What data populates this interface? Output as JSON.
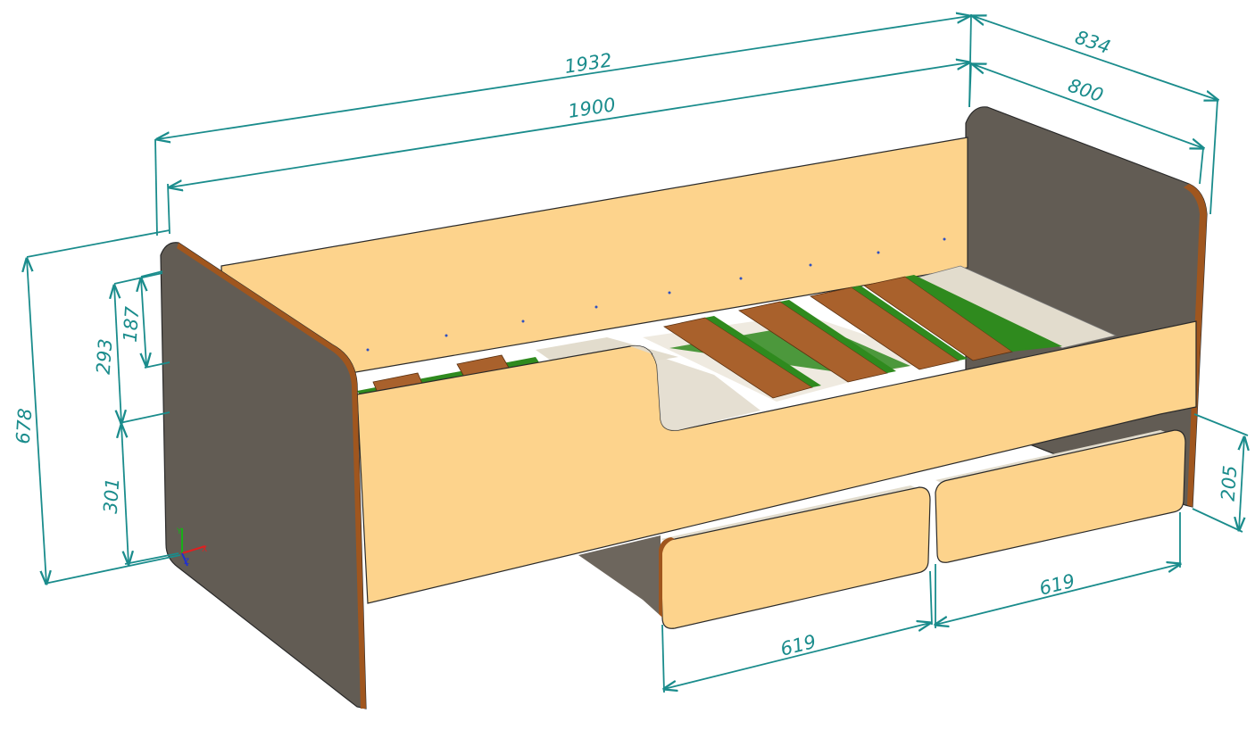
{
  "colors": {
    "dimension": "#1a8c8c",
    "panel_light": "#fdd38c",
    "panel_dark": "#625c54",
    "edge_band": "#a0561e",
    "slat": "#a9612c",
    "slat_strip": "#2f8a1e",
    "base_board": "#e2dccd"
  },
  "dimensions": {
    "total_length": "1932",
    "inner_length": "1900",
    "total_width": "834",
    "inner_width": "800",
    "total_height": "678",
    "rail_height": "293",
    "cutout_depth": "187",
    "floor_clearance": "301",
    "drawer_height": "205",
    "drawer_1_length": "619",
    "drawer_2_length": "619"
  },
  "axis": {
    "x": "X",
    "y": "Y",
    "z": "Z"
  }
}
